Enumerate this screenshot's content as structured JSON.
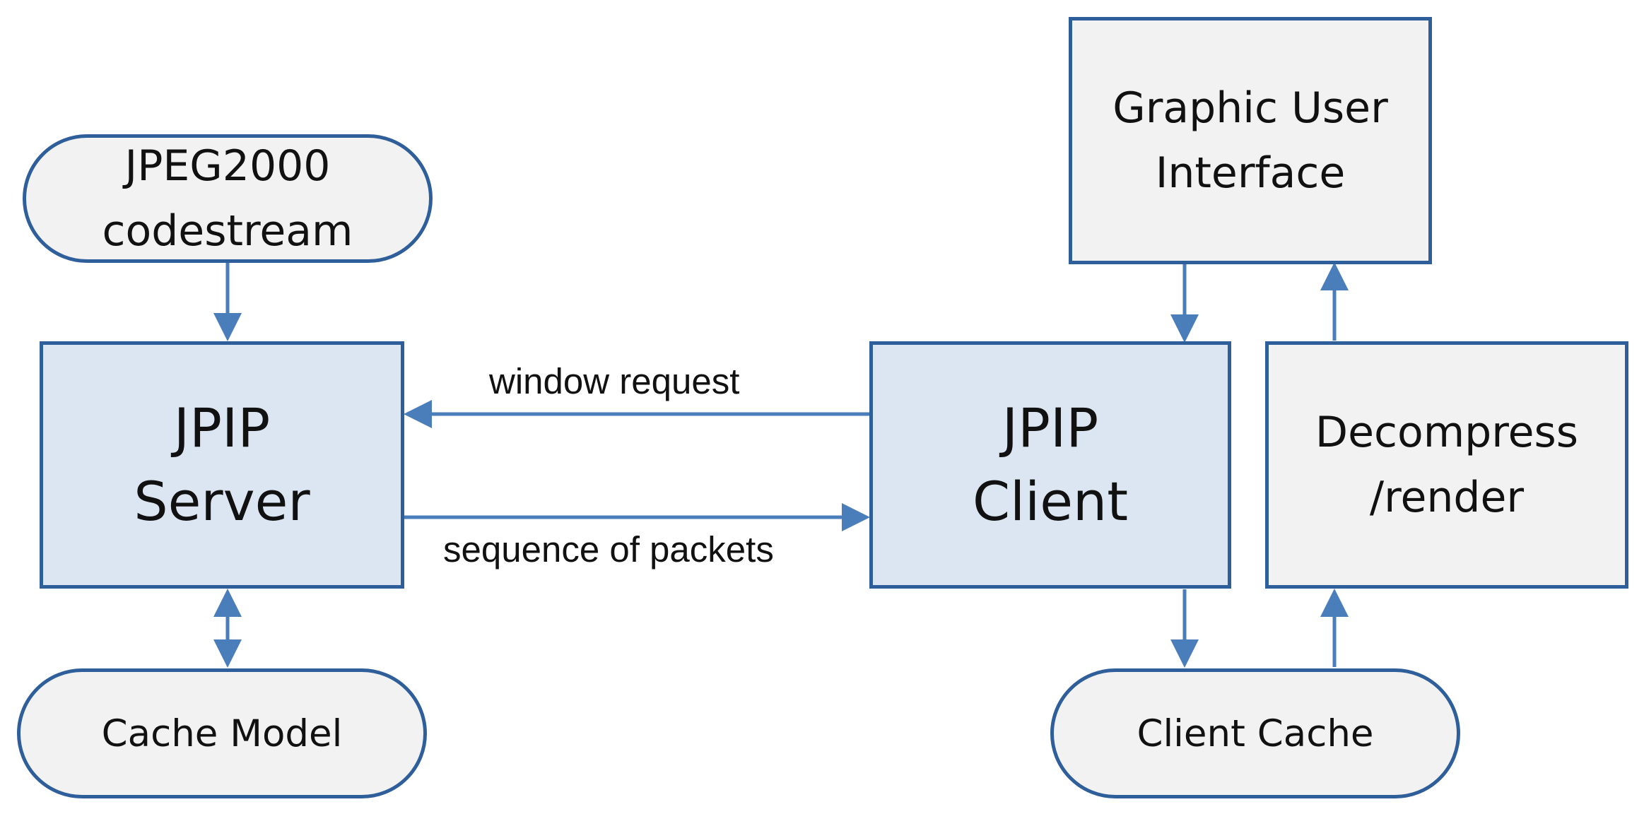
{
  "nodes": {
    "jpeg2000": {
      "line1": "JPEG2000",
      "line2": "codestream"
    },
    "jpip_server": {
      "line1": "JPIP",
      "line2": "Server"
    },
    "cache_model": {
      "line1": "Cache Model"
    },
    "jpip_client": {
      "line1": "JPIP",
      "line2": "Client"
    },
    "gui": {
      "line1": "Graphic User",
      "line2": "Interface"
    },
    "decompress": {
      "line1": "Decompress",
      "line2": "/render"
    },
    "client_cache": {
      "line1": "Client Cache"
    }
  },
  "edges": {
    "window_request": "window request",
    "sequence_of_packets": "sequence of packets"
  },
  "colors": {
    "stroke": "#2f5f9a",
    "arrow": "#4a7ebb",
    "fill_blue": "#dce6f2",
    "fill_gray": "#f2f2f2"
  }
}
